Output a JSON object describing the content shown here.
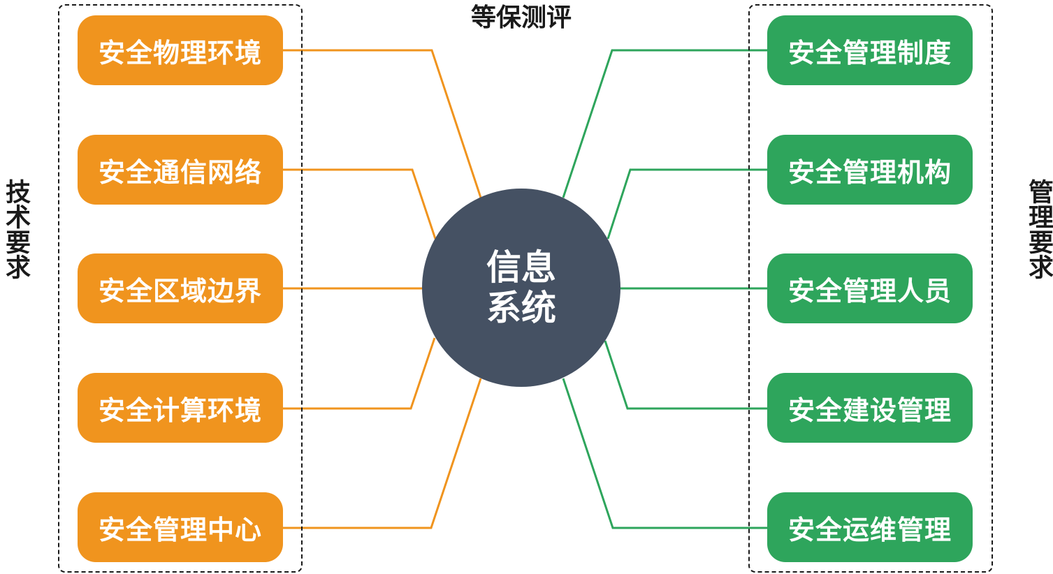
{
  "title": "等保测评",
  "center": {
    "line1": "信息",
    "line2": "系统"
  },
  "left_group": {
    "label": "技术要求",
    "items": [
      "安全物理环境",
      "安全通信网络",
      "安全区域边界",
      "安全计算环境",
      "安全管理中心"
    ]
  },
  "right_group": {
    "label": "管理要求",
    "items": [
      "安全管理制度",
      "安全管理机构",
      "安全管理人员",
      "安全建设管理",
      "安全运维管理"
    ]
  },
  "colors": {
    "left_accent": "#f0941e",
    "right_accent": "#2ea55c",
    "center": "#455163",
    "text_dark": "#1a1a1a"
  }
}
